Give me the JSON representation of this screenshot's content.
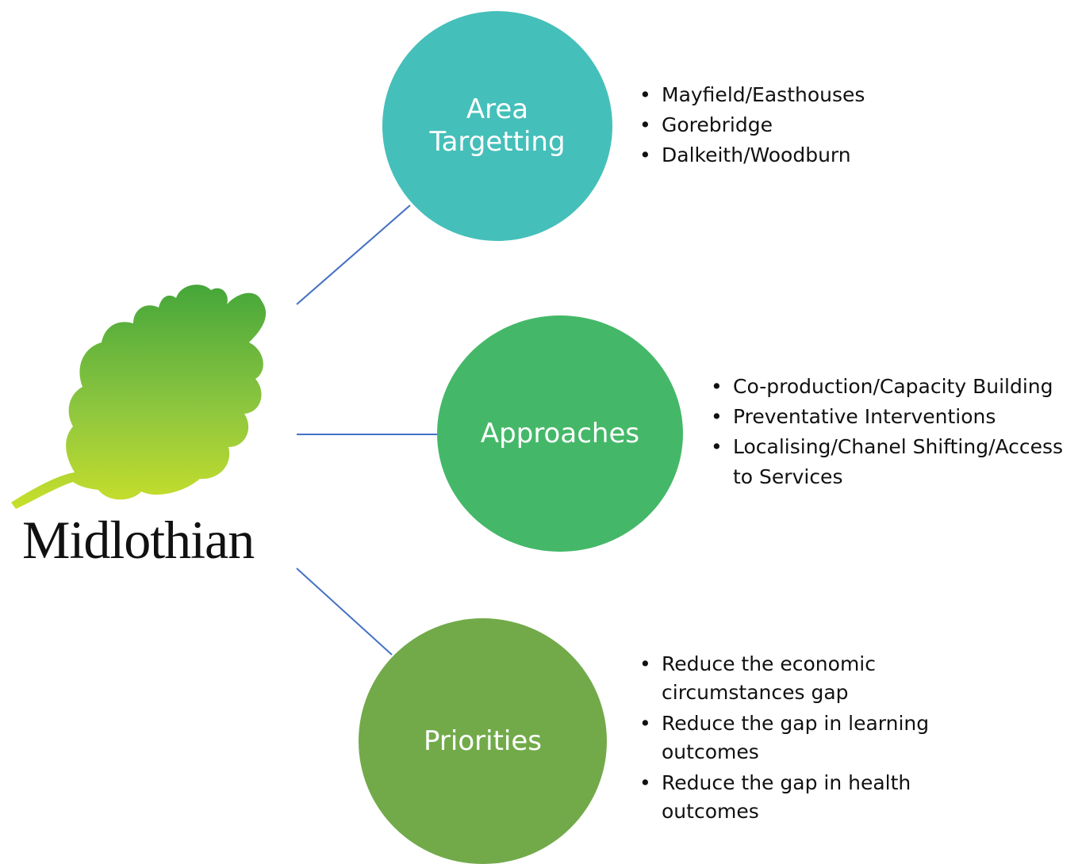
{
  "logo": {
    "wordmark": "Midlothian",
    "leaf_colors": [
      "#45a63a",
      "#8dc63f",
      "#c8df2b"
    ]
  },
  "nodes": [
    {
      "id": "area",
      "label": "Area\nTargetting",
      "color": "#45bfb9",
      "items": [
        "Mayfield/Easthouses",
        "Gorebridge",
        "Dalkeith/Woodburn"
      ]
    },
    {
      "id": "approaches",
      "label": "Approaches",
      "color": "#44b868",
      "items": [
        "Co-production/Capacity Building",
        "Preventative Interventions",
        "Localising/Chanel Shifting/Access to Services"
      ]
    },
    {
      "id": "priorities",
      "label": "Priorities",
      "color": "#72aa4a",
      "items": [
        "Reduce the economic circumstances gap",
        "Reduce the gap in learning outcomes",
        "Reduce the gap in health outcomes"
      ]
    }
  ],
  "connector_color": "#4472c4"
}
